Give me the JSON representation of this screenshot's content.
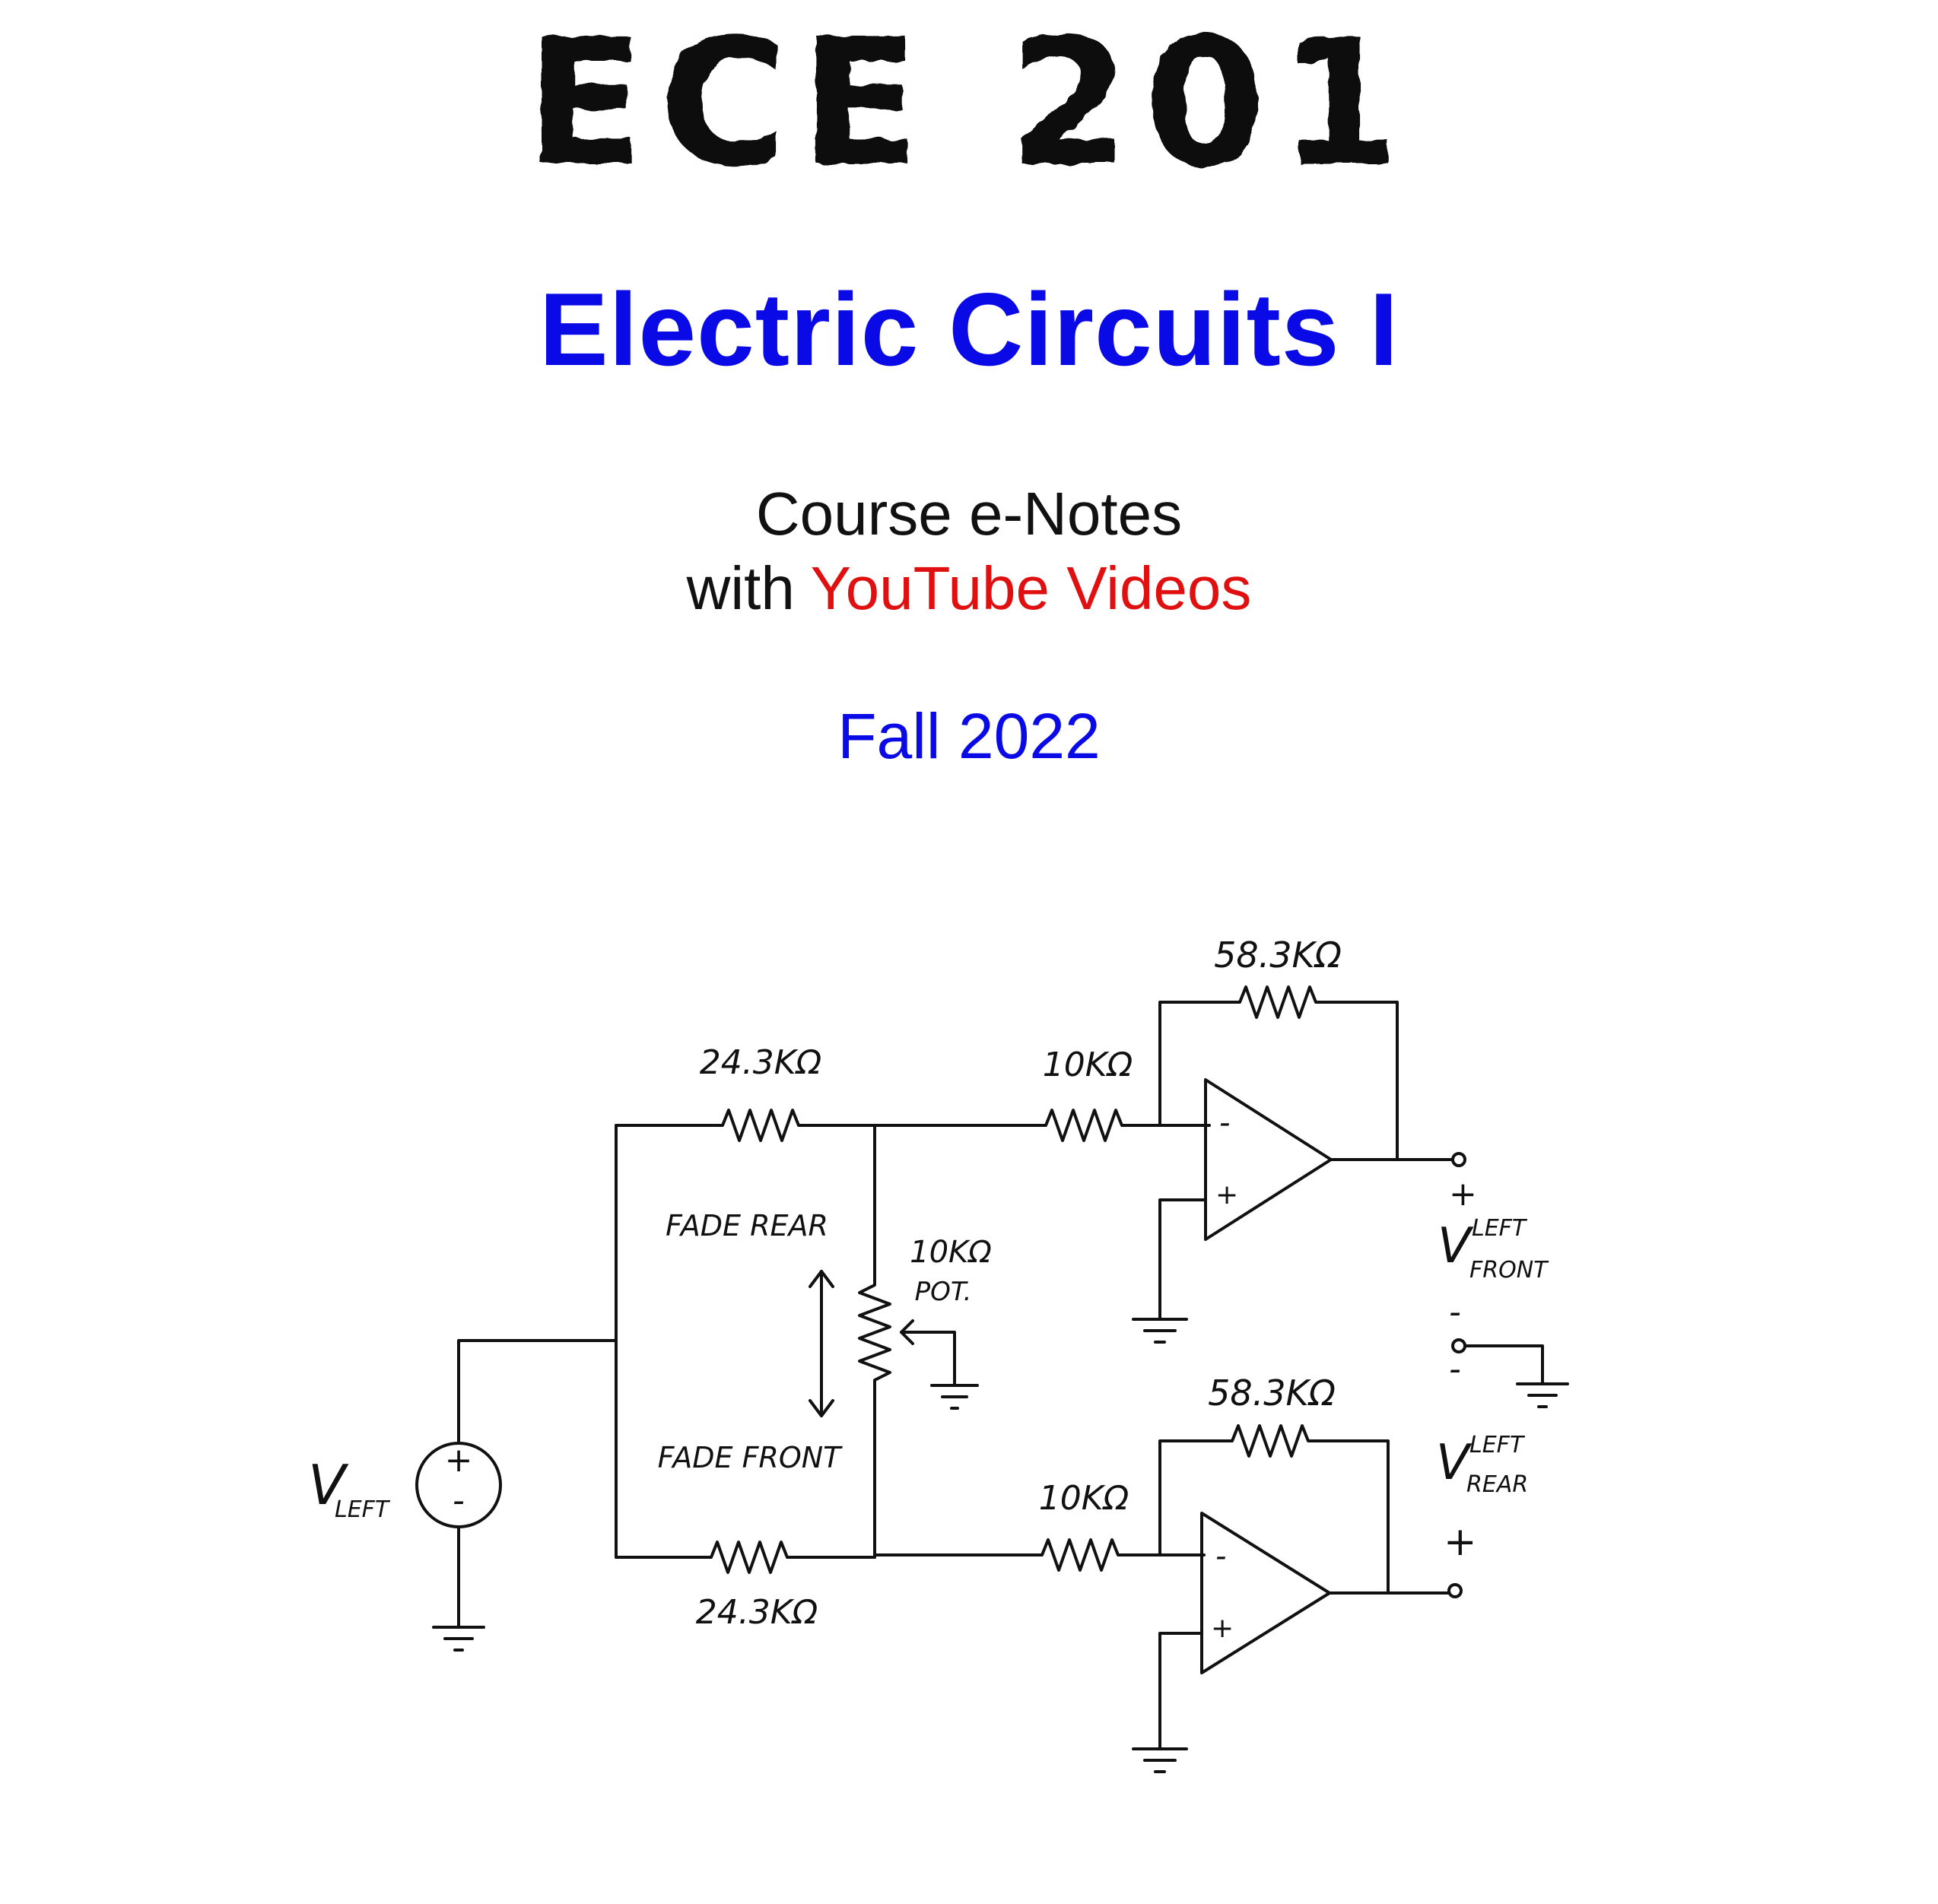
{
  "cover": {
    "logo_text": "ECE 201",
    "title": "Electric Circuits I",
    "subtitle_line1": "Course e-Notes",
    "subtitle_with": "with",
    "subtitle_highlight": "YouTube Videos",
    "semester": "Fall 2022"
  },
  "colors": {
    "title_blue": "#0a0ae6",
    "highlight_red": "#e01010",
    "logo_black": "#111111"
  },
  "circuit": {
    "r_feedback_top": "58.3KΩ",
    "r_feedback_bottom": "58.3KΩ",
    "r_input_top": "24.3KΩ",
    "r_input_bottom": "24.3KΩ",
    "r_10k_top": "10KΩ",
    "r_10k_bottom": "10KΩ",
    "pot_value": "10KΩ",
    "pot_label": "POT.",
    "fade_rear": "FADE REAR",
    "fade_front": "FADE FRONT",
    "v_left": "V",
    "v_left_sub": "LEFT",
    "v_left_front": "V",
    "v_left_front_sup": "LEFT",
    "v_left_front_sub": "FRONT",
    "v_left_rear": "V",
    "v_left_rear_sup": "LEFT",
    "v_left_rear_sub": "REAR",
    "plus": "+",
    "minus": "-"
  }
}
